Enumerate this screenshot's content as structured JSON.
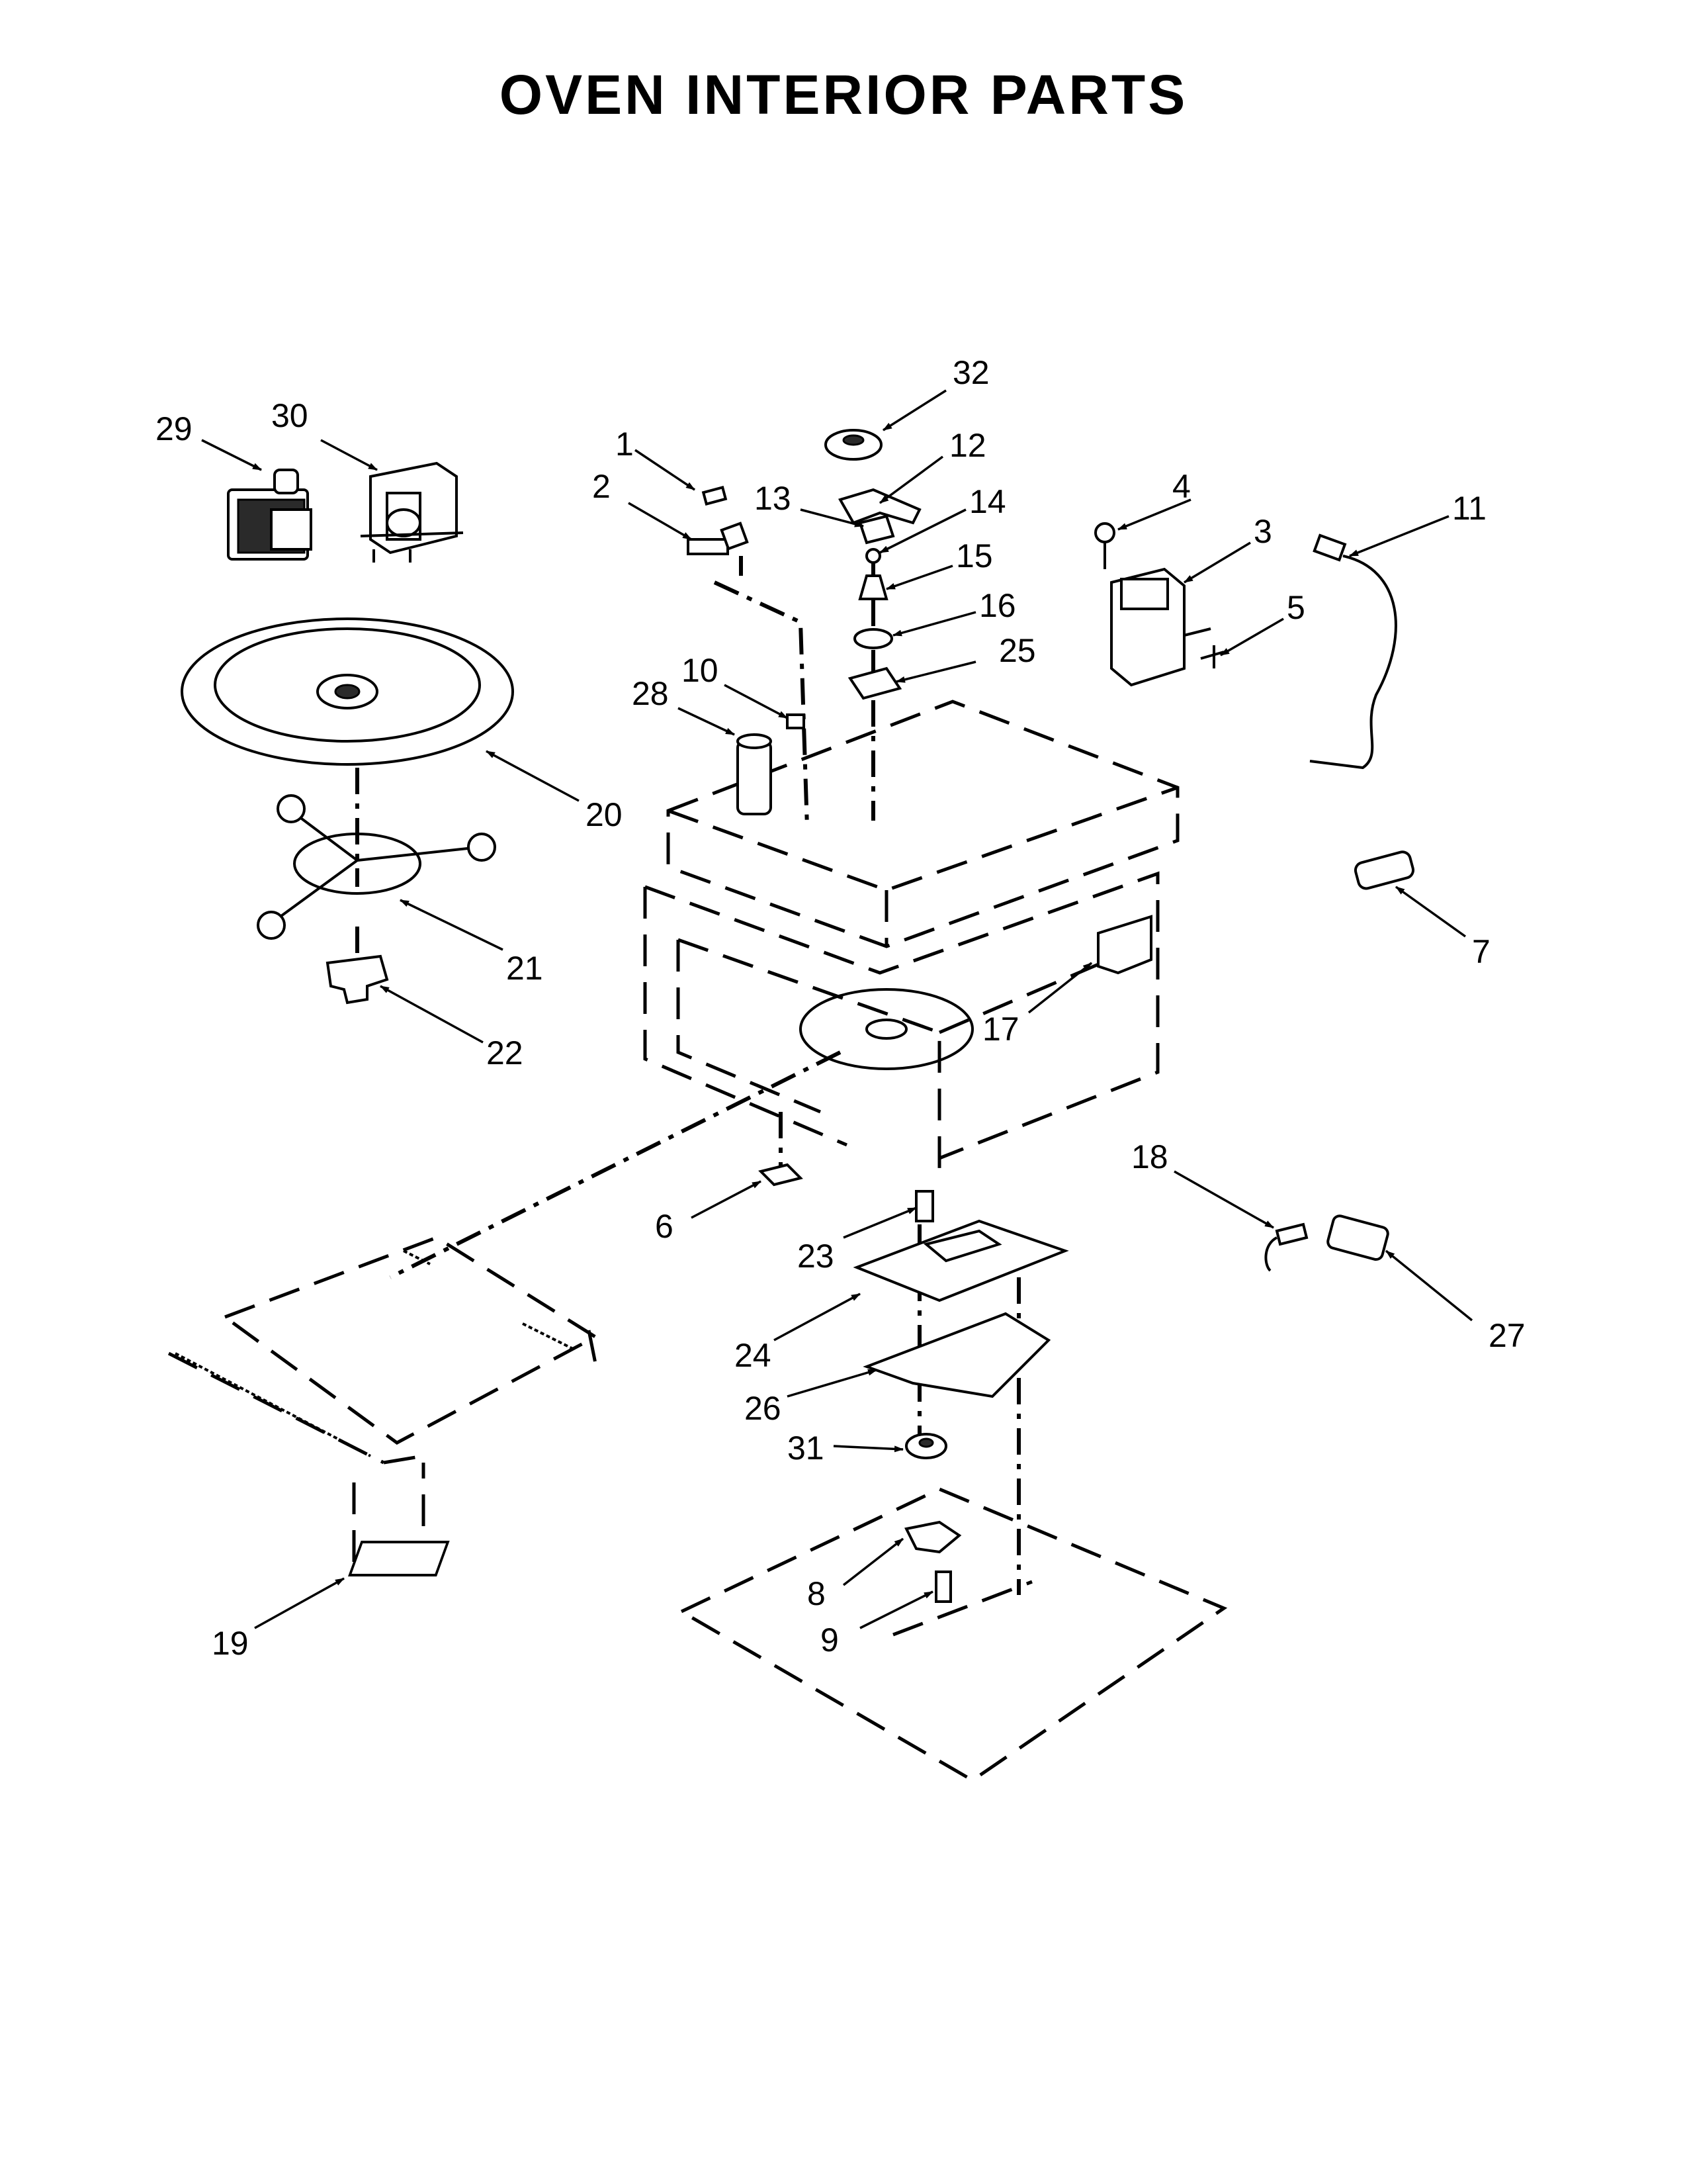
{
  "title": "OVEN INTERIOR PARTS",
  "callouts": [
    "1",
    "2",
    "3",
    "4",
    "5",
    "6",
    "7",
    "8",
    "9",
    "10",
    "11",
    "12",
    "13",
    "14",
    "15",
    "16",
    "17",
    "18",
    "19",
    "20",
    "21",
    "22",
    "23",
    "24",
    "25",
    "26",
    "27",
    "28",
    "29",
    "30",
    "31",
    "32"
  ]
}
